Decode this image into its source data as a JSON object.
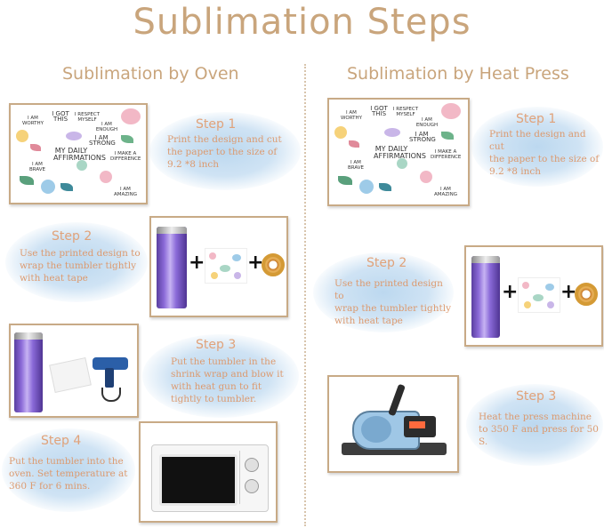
{
  "title": "Sublimation Steps",
  "oven": {
    "heading": "Sublimation by Oven",
    "steps": [
      {
        "title": "Step 1",
        "text_lines": [
          "Print the design and cut",
          "the paper to the size of",
          "9.2 *8 inch"
        ]
      },
      {
        "title": "Step 2",
        "text_lines": [
          "Use the printed design to",
          "wrap the tumbler tightly",
          "with heat tape"
        ]
      },
      {
        "title": "Step 3",
        "text_lines": [
          "Put the tumbler in the",
          "shrink wrap and blow it",
          "with heat gun to fit",
          "tightly to tumbler."
        ]
      },
      {
        "title": "Step 4",
        "text_lines": [
          "Put the tumbler into the",
          "oven. Set temperature at",
          "360 F for 6 mins."
        ]
      }
    ]
  },
  "press": {
    "heading": "Sublimation by Heat Press",
    "steps": [
      {
        "title": "Step 1",
        "text_lines": [
          "Print the design and cut",
          "the paper to the size of",
          "9.2 *8 inch"
        ]
      },
      {
        "title": "Step 2",
        "text_lines": [
          "Use the printed design to",
          "wrap the tumbler tightly",
          "with heat tape"
        ]
      },
      {
        "title": "Step 3",
        "text_lines": [
          "Heat the press machine",
          "to 350 F and press for 50 S."
        ]
      }
    ]
  },
  "design_art": {
    "phrases": [
      "I AM WORTHY",
      "I GOT THIS",
      "I RESPECT MYSELF",
      "I AM ENOUGH",
      "I AM STRONG",
      "MY DAILY AFFIRMATIONS",
      "I MAKE A DIFFERENCE",
      "I AM BRAVE",
      "I AM AMAZING"
    ]
  },
  "plus_sign": "+",
  "colors": {
    "title": "#c9a57c",
    "step_text": "#dc9a6f",
    "frame": "#c8aa86",
    "cloud": "#bcd8ef",
    "tumbler": "#8b6ad8"
  }
}
